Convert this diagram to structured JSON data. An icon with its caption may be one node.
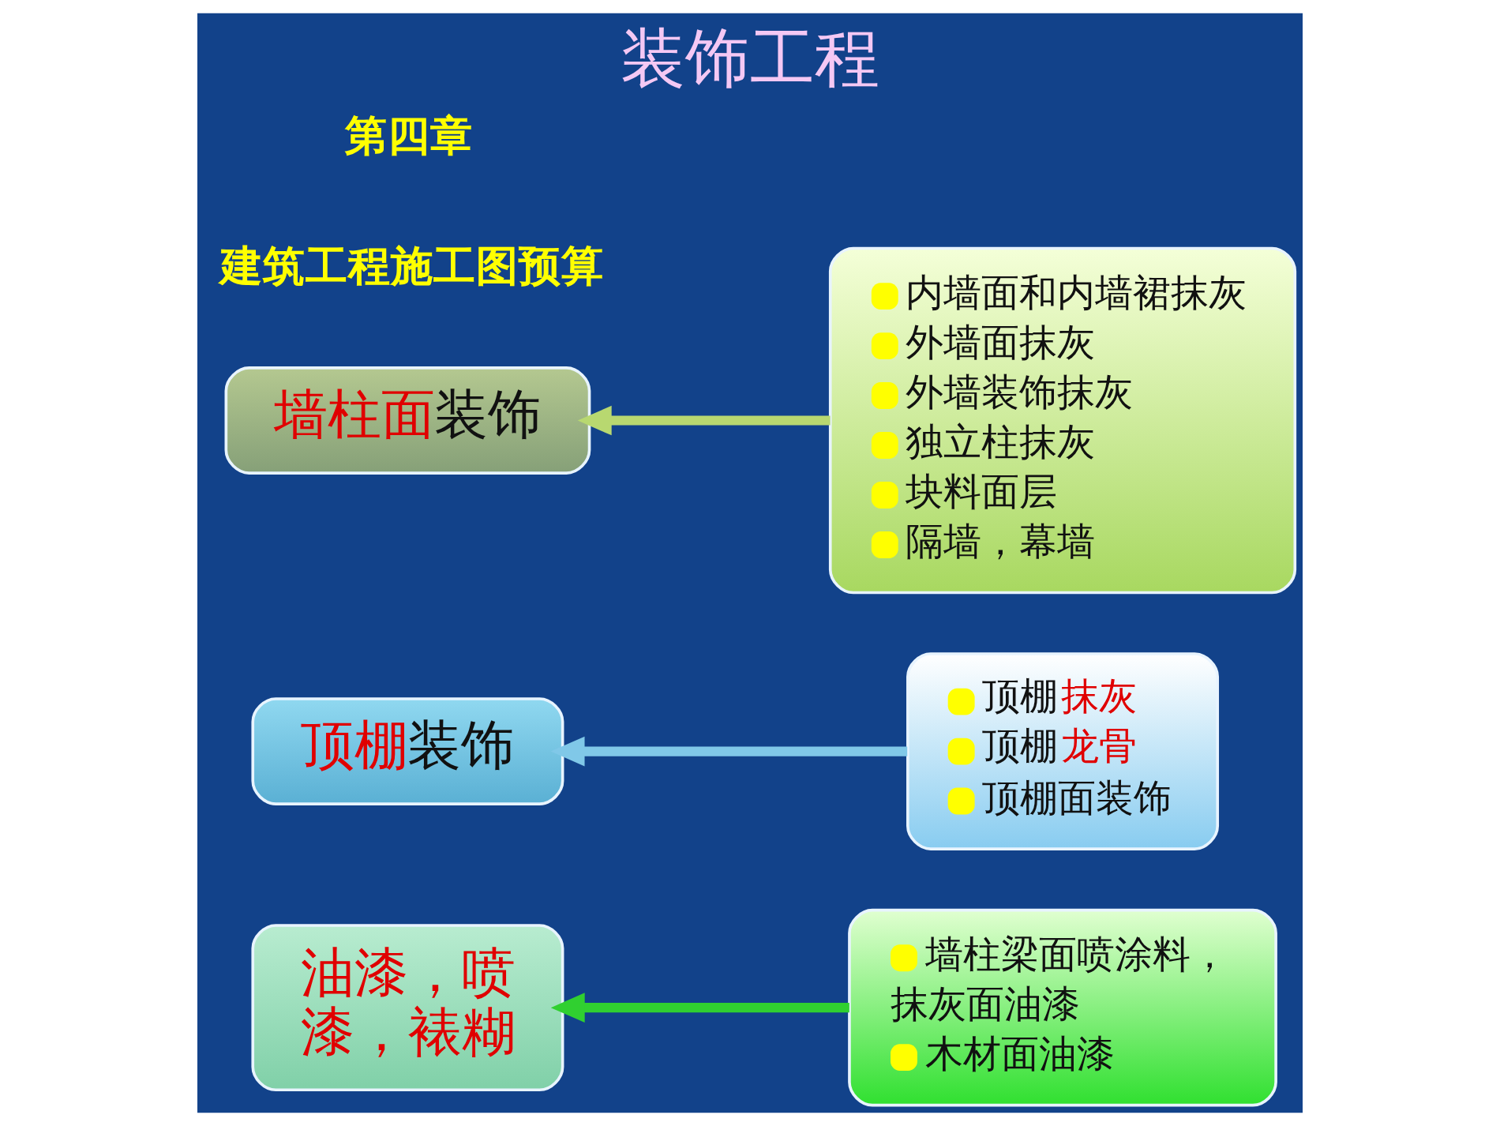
{
  "diagram": {
    "title": "装饰工程",
    "nodes": [
      {
        "text": [
          "墙柱面装饰"
        ]
      },
      {
        "text": [
          "内墙面和内墙裙抹灰",
          "外墙面抹灰",
          "外墙装饰抹灰",
          "独立柱抹灰",
          "块料面层",
          "隔墙，幕墙"
        ]
      },
      {
        "text": [
          "顶棚装饰"
        ]
      },
      {
        "text": [
          "顶棚抹灰",
          "顶棚龙骨",
          "顶棚面装饰"
        ]
      },
      {
        "text": [
          "油漆，喷漆，裱糊"
        ]
      },
      {
        "text": [
          "墙柱梁面喷涂料，抹灰面油漆",
          "木材面油漆"
        ]
      }
    ],
    "edges": [
      {
        "from": 1,
        "to": 0,
        "arrow": "to",
        "color": "#b8d870"
      },
      {
        "from": 3,
        "to": 2,
        "arrow": "to",
        "color": "#80c8e8"
      },
      {
        "from": 5,
        "to": 4,
        "arrow": "to",
        "color": "#30d030"
      }
    ],
    "labels": [
      "第四章",
      "建筑工程施工图预算"
    ]
  }
}
